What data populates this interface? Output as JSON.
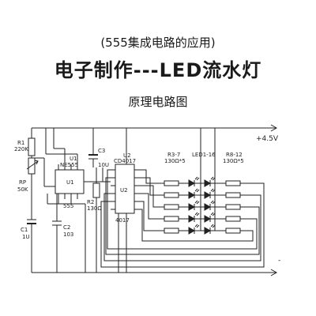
{
  "header": {
    "subtitle": "(555集成电路的应用)",
    "title": "电子制作---LED流水灯",
    "heading": "原理电路图"
  },
  "schematic": {
    "supply": "+4.5V",
    "ground": "-",
    "components": {
      "r1": {
        "ref": "R1",
        "value": "220K"
      },
      "rp": {
        "ref": "RP",
        "value": "50K"
      },
      "c1": {
        "ref": "C1",
        "value": "1U"
      },
      "c2": {
        "ref": "C2",
        "value": "103"
      },
      "c3": {
        "ref": "C3",
        "value": "10U"
      },
      "u1": {
        "ref": "U1",
        "part": "NE555",
        "inner": "U1",
        "bottom": "555"
      },
      "u2": {
        "ref": "U2",
        "part": "CD4017",
        "inner": "U2",
        "bottom": "4017"
      },
      "r2": {
        "ref": "R2",
        "value": "130Ω"
      },
      "r3_7": {
        "ref": "R3-7",
        "value": "130Ω*5"
      },
      "leds": {
        "ref": "LED1-16"
      },
      "r8_12": {
        "ref": "R8-12",
        "value": "130Ω*5"
      }
    }
  }
}
